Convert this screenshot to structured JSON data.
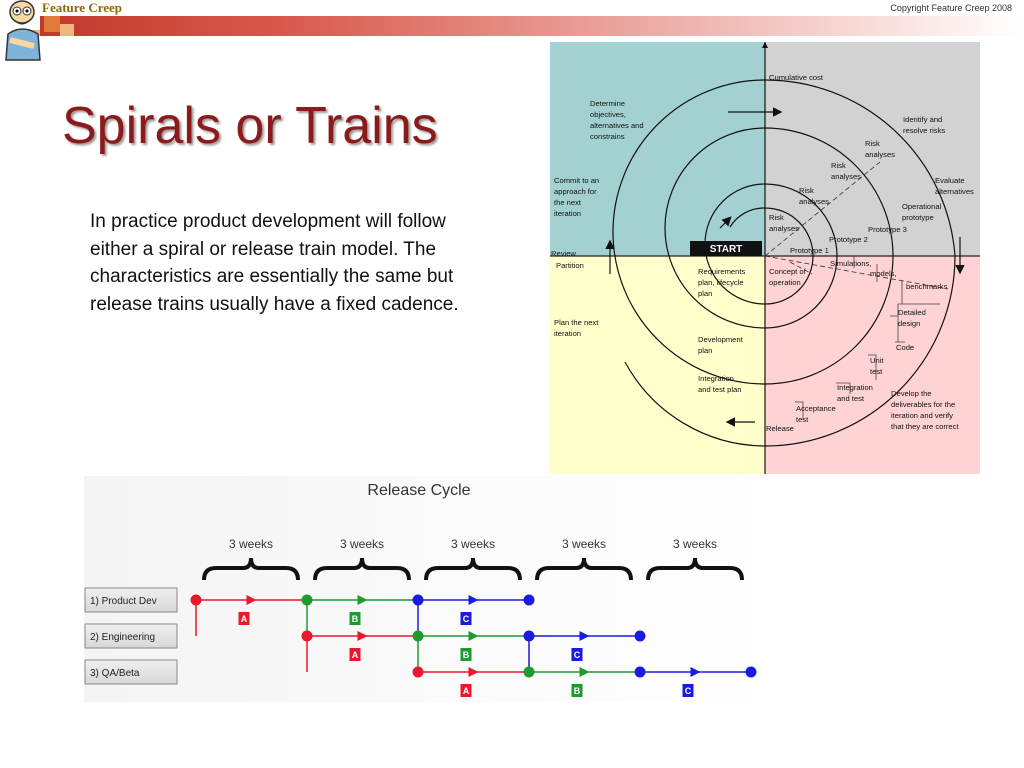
{
  "header": {
    "logo": "Feature Creep",
    "copyright": "Copyright Feature Creep 2008",
    "colors": {
      "band_start": "#c0392b",
      "band_end": "#ffffff",
      "square_dark": "#e07a3a",
      "square_light": "#f3b77e"
    }
  },
  "slide": {
    "title": "Spirals or Trains",
    "body": "In practice product development will follow either a spiral or release train model. The characteristics are essentially the same but release trains usually have a fixed cadence."
  },
  "spiral": {
    "colors": {
      "tl": "#a3d1d1",
      "tr": "#d2d2d2",
      "bl": "#ffffcc",
      "br": "#ffd3d3"
    },
    "labels": {
      "cumulative_cost": "Cumulative cost",
      "determine": [
        "Determine",
        "objectives,",
        "alternatives and",
        "constrains"
      ],
      "identify": [
        "Identify and",
        "resolve risks"
      ],
      "risk_outer": [
        "Risk",
        "analyses"
      ],
      "risk_mid": [
        "Risk",
        "analyses"
      ],
      "risk_inner": [
        "Risk",
        "analyses"
      ],
      "risk_core": [
        "Risk",
        "analyses"
      ],
      "commit": [
        "Commit to an",
        "approach for",
        "the next",
        "iteration"
      ],
      "evaluate": [
        "Evaluate",
        "alternatives"
      ],
      "operational": [
        "Operational",
        "prototype"
      ],
      "prototype3": "Prototype 3",
      "prototype2": "Prototype 2",
      "prototype1": "Prototype 1",
      "start": "START",
      "review": "Review",
      "partition": "Partition",
      "requirements": [
        "Requirements",
        "plan, lifecycle",
        "plan"
      ],
      "concept": [
        "Concept of",
        "operation"
      ],
      "simulations": [
        "Simulations,",
        "models,"
      ],
      "benchmarks": "benchmarks",
      "plan_next": [
        "Plan the next",
        "iteration"
      ],
      "detailed_design": [
        "Detailed",
        "design"
      ],
      "code": "Code",
      "development_plan": [
        "Development",
        "plan"
      ],
      "unit_test": [
        "Unit",
        "test"
      ],
      "integration_plan": [
        "Integration",
        "and test plan"
      ],
      "integration_test": [
        "Integration",
        "and test"
      ],
      "develop": [
        "Develop the",
        "deliverables for the",
        "iteration and verify",
        "that they are correct"
      ],
      "acceptance": [
        "Acceptance",
        "test"
      ],
      "release": "Release"
    }
  },
  "release_cycle": {
    "title": "Release Cycle",
    "durations": [
      "3 weeks",
      "3 weeks",
      "3 weeks",
      "3 weeks",
      "3 weeks"
    ],
    "tracks": [
      "1) Product Dev",
      "2) Engineering",
      "3) QA/Beta"
    ],
    "colors": {
      "A": "#e8192c",
      "B": "#1e9a2e",
      "C": "#1a1ae0"
    },
    "phase_labels": [
      "A",
      "B",
      "C"
    ]
  }
}
